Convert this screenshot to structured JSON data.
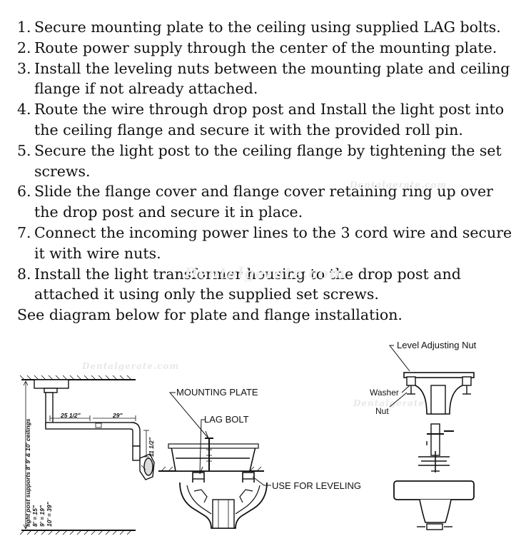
{
  "instructions": {
    "steps": [
      {
        "number": "1.",
        "text": "Secure mounting plate to the ceiling using supplied LAG bolts."
      },
      {
        "number": "2.",
        "text": "Route power supply through the center of the mounting plate."
      },
      {
        "number": "3.",
        "text": "Install the leveling nuts between the mounting plate and ceiling flange if not already attached."
      },
      {
        "number": "4.",
        "text": "Route the wire through drop post and Install the light post into the ceiling flange and secure it with the provided roll pin."
      },
      {
        "number": "5.",
        "text": "Secure the light post to the ceiling flange by tightening the set screws."
      },
      {
        "number": "6.",
        "text": "Slide the flange cover and flange cover retaining ring up over the drop post and secure it in place."
      },
      {
        "number": "7.",
        "text": "Connect the incoming power lines to the 3 cord wire and secure it with wire nuts."
      },
      {
        "number": "8.",
        "text": "Install the light transformer housing to the drop post and attached it using only the supplied set screws."
      }
    ],
    "note": "See diagram below for plate and flange installation."
  },
  "watermark": "Dentalgerate.com",
  "diagram_left": {
    "dim_horizontal_1": "25 1/2\"",
    "dim_horizontal_2": "29\"",
    "dim_vertical": "11 1/2\"",
    "side_note": "light post supports 8' 9' & 10' ceilings",
    "ceiling_8": "8' = 15\"",
    "ceiling_9": "9' = 19\"",
    "ceiling_10": "10' = 39\""
  },
  "diagram_middle": {
    "label_mounting_plate": "MOUNTING PLATE",
    "label_lag_bolt": "LAG BOLT",
    "label_leveling": "USE FOR LEVELING"
  },
  "diagram_right": {
    "label_level_nut": "Level Adjusting Nut",
    "label_washer": "Washer",
    "label_nut": "Nut"
  }
}
